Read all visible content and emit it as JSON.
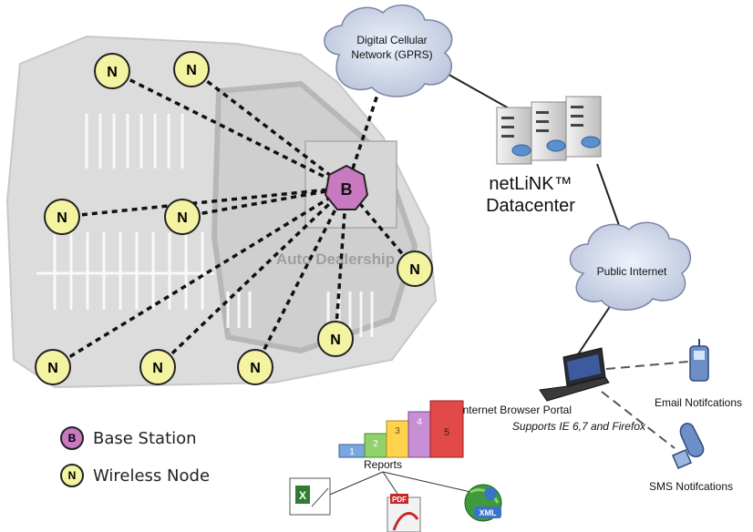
{
  "map": {
    "area_label": "Auto Dealership"
  },
  "nodes": {
    "base_letter": "B",
    "node_letter": "N"
  },
  "clouds": {
    "cellular": [
      "Digital Cellular",
      "Network (GPRS)"
    ],
    "internet": "Public Internet"
  },
  "datacenter": {
    "line1": "netLiNK™",
    "line2": "Datacenter"
  },
  "portal": {
    "title": "Internet Browser Portal",
    "subtitle": "Supports IE 6,7 and Firefox"
  },
  "reports": {
    "label": "Reports",
    "steps": [
      "1",
      "2",
      "3",
      "4",
      "5"
    ]
  },
  "notifications": {
    "email": "Email Notifcations",
    "sms": "SMS Notifcations"
  },
  "file_icons": {
    "pdf": "PDF",
    "xml": "XML"
  },
  "legend": [
    {
      "letter": "B",
      "text": "Base Station",
      "color": "#c879c0"
    },
    {
      "letter": "N",
      "text": "Wireless Node",
      "color": "#f3f3a2"
    }
  ],
  "colors": {
    "base_fill": "#c879c0",
    "node_fill": "#f3f3a2",
    "step_colors": [
      "#7aa7e0",
      "#8fd16b",
      "#ffd34d",
      "#c98fd6",
      "#e24a4a"
    ]
  }
}
